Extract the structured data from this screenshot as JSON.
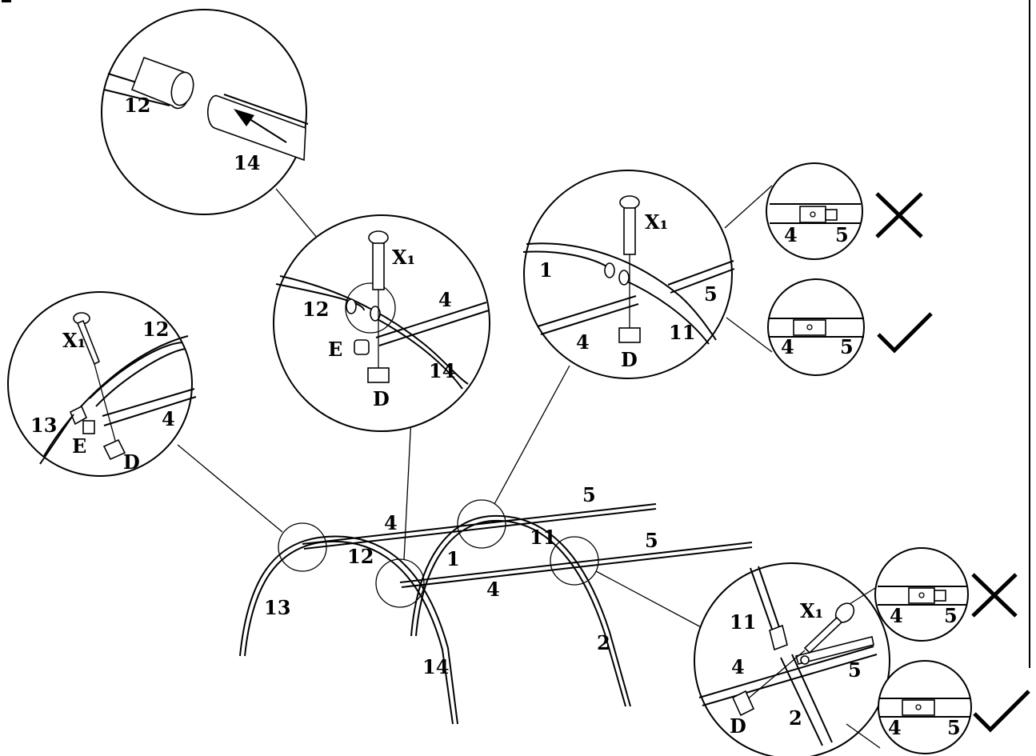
{
  "labels": {
    "p1": "1",
    "p2": "2",
    "p4": "4",
    "p5": "5",
    "p11": "11",
    "p12": "12",
    "p13": "13",
    "p14": "14",
    "x1": "X₁",
    "d": "D",
    "e": "E"
  },
  "ok_marks": {
    "wrong": "✕",
    "right": "✓"
  }
}
